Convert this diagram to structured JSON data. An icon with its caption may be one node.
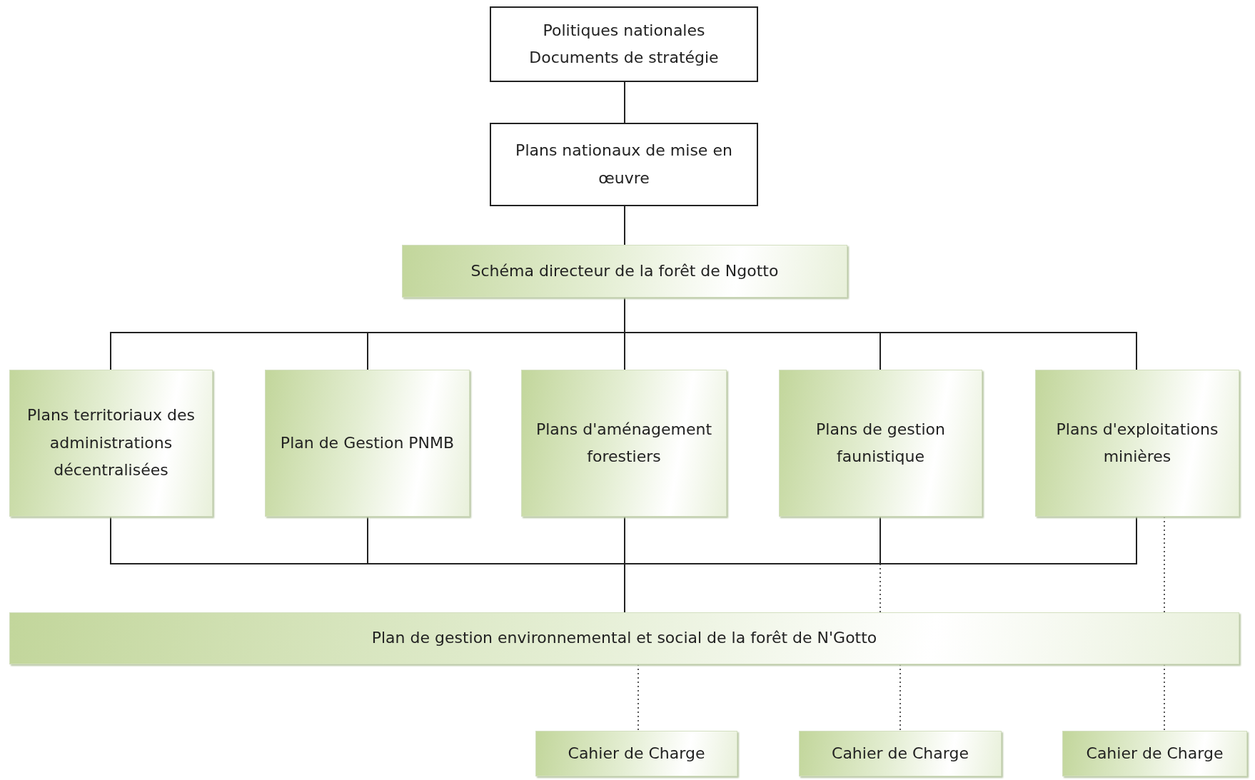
{
  "diagram": {
    "nodes": [
      {
        "text": [
          "Politiques nationales",
          "Documents de stratégie"
        ]
      },
      {
        "text": [
          "Plans nationaux de mise en œuvre"
        ]
      },
      {
        "text": [
          "Schéma directeur de la forêt de Ngotto"
        ]
      },
      {
        "text": [
          "Plans territoriaux des administrations décentralisées"
        ]
      },
      {
        "text": [
          "Plan de Gestion PNMB"
        ]
      },
      {
        "text": [
          "Plans d'aménagement forestiers"
        ]
      },
      {
        "text": [
          "Plans de gestion faunistique"
        ]
      },
      {
        "text": [
          "Plans d'exploitations minières"
        ]
      },
      {
        "text": [
          "Plan de gestion environnemental et social de la forêt de N'Gotto"
        ]
      },
      {
        "text": [
          "Cahier de Charge"
        ]
      },
      {
        "text": [
          "Cahier de Charge"
        ]
      },
      {
        "text": [
          "Cahier de Charge"
        ]
      }
    ],
    "edges": [
      {
        "from": 0,
        "to": 1,
        "arrow": "none"
      },
      {
        "from": 1,
        "to": 2,
        "arrow": "none"
      },
      {
        "from": 2,
        "to": 3,
        "arrow": "none"
      },
      {
        "from": 2,
        "to": 4,
        "arrow": "none"
      },
      {
        "from": 2,
        "to": 5,
        "arrow": "none"
      },
      {
        "from": 2,
        "to": 6,
        "arrow": "none"
      },
      {
        "from": 2,
        "to": 7,
        "arrow": "none"
      },
      {
        "from": 3,
        "to": 8,
        "arrow": "none"
      },
      {
        "from": 4,
        "to": 8,
        "arrow": "none"
      },
      {
        "from": 5,
        "to": 8,
        "arrow": "none"
      },
      {
        "from": 6,
        "to": 8,
        "arrow": "none"
      },
      {
        "from": 7,
        "to": 8,
        "arrow": "none"
      },
      {
        "from": 6,
        "to": 8,
        "arrow": "none",
        "style": "dashed"
      },
      {
        "from": 7,
        "to": 8,
        "arrow": "none",
        "style": "dashed"
      },
      {
        "from": 8,
        "to": 9,
        "arrow": "none",
        "style": "dashed"
      },
      {
        "from": 8,
        "to": 10,
        "arrow": "none",
        "style": "dashed"
      },
      {
        "from": 8,
        "to": 11,
        "arrow": "none",
        "style": "dashed"
      }
    ]
  }
}
